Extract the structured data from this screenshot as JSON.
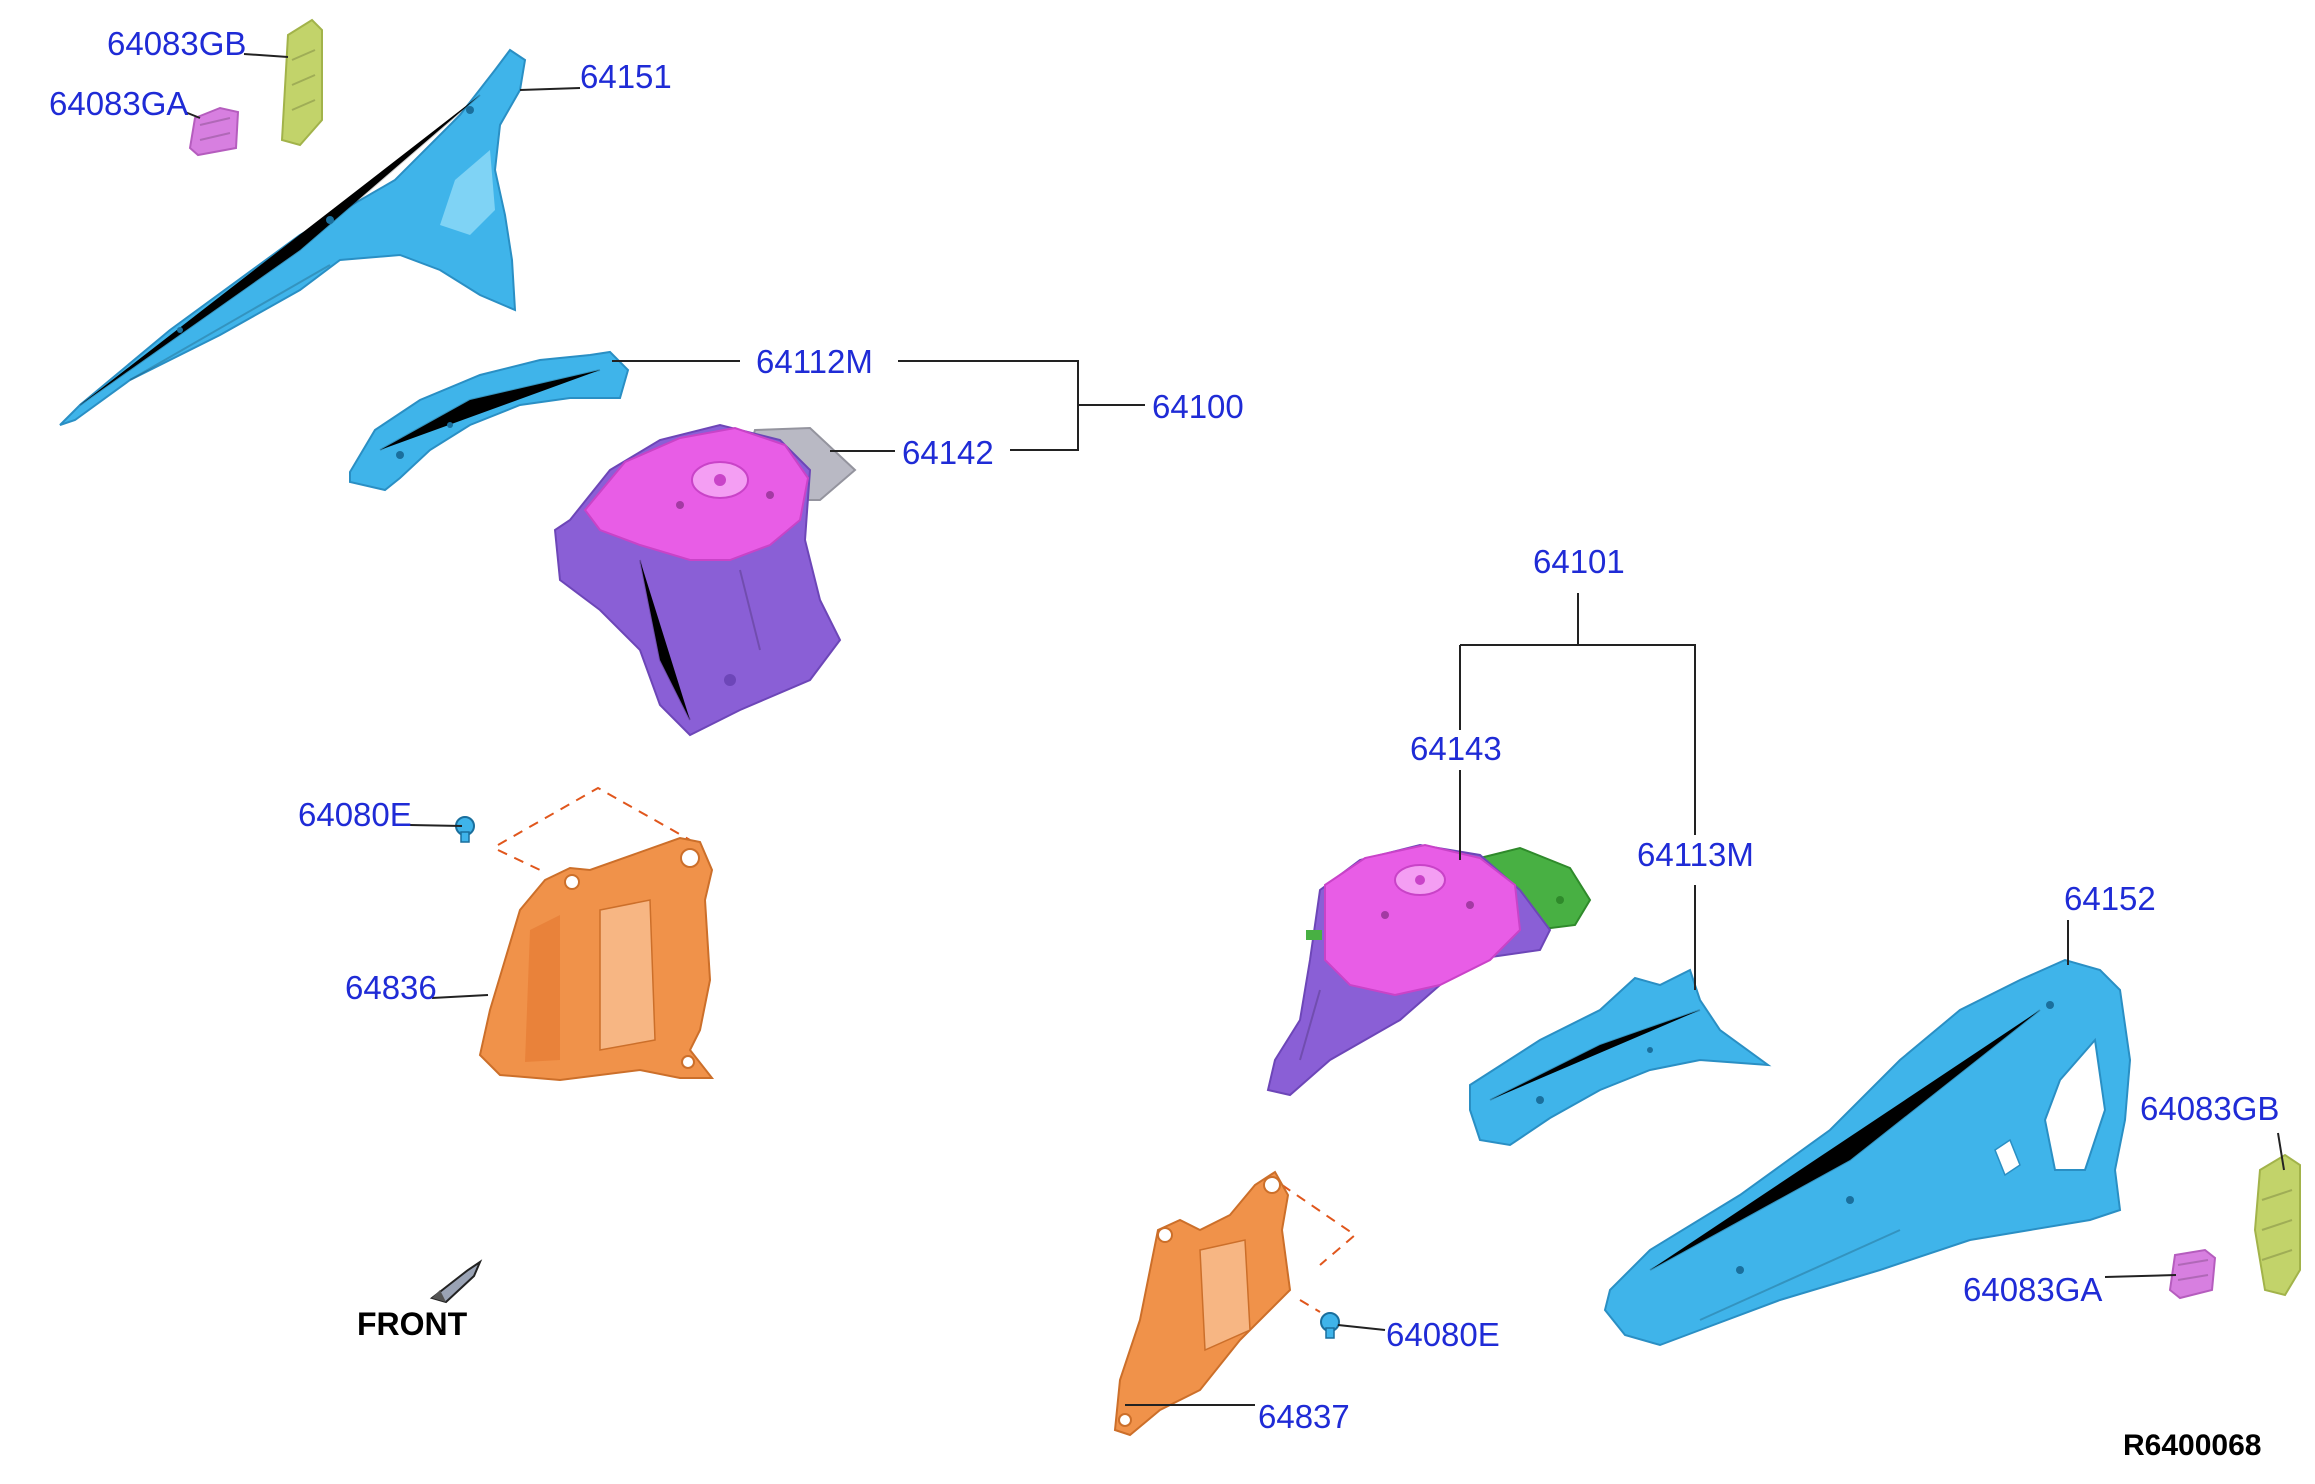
{
  "labels": {
    "p64083GB_left": "64083GB",
    "p64083GA_left": "64083GA",
    "p64151": "64151",
    "p64112M": "64112M",
    "p64100": "64100",
    "p64142": "64142",
    "p64080E_left": "64080E",
    "p64836": "64836",
    "p64101": "64101",
    "p64143": "64143",
    "p64113M": "64113M",
    "p64152": "64152",
    "p64083GB_right": "64083GB",
    "p64083GA_right": "64083GA",
    "p64080E_right": "64080E",
    "p64837": "64837"
  },
  "front_label": "FRONT",
  "diagram_code": "R6400068",
  "colors": {
    "label_text": "#1f2bd6",
    "rail_blue": "#3fb4ea",
    "housing_magenta": "#e85de6",
    "housing_purple": "#8a5fd6",
    "bracket_grey": "#b9b9c4",
    "bracket_green": "#48b043",
    "panel_orange": "#f0924a",
    "patch_olive": "#c2d36a",
    "patch_violet": "#d77fe0",
    "dashed_line": "#e0561c"
  }
}
